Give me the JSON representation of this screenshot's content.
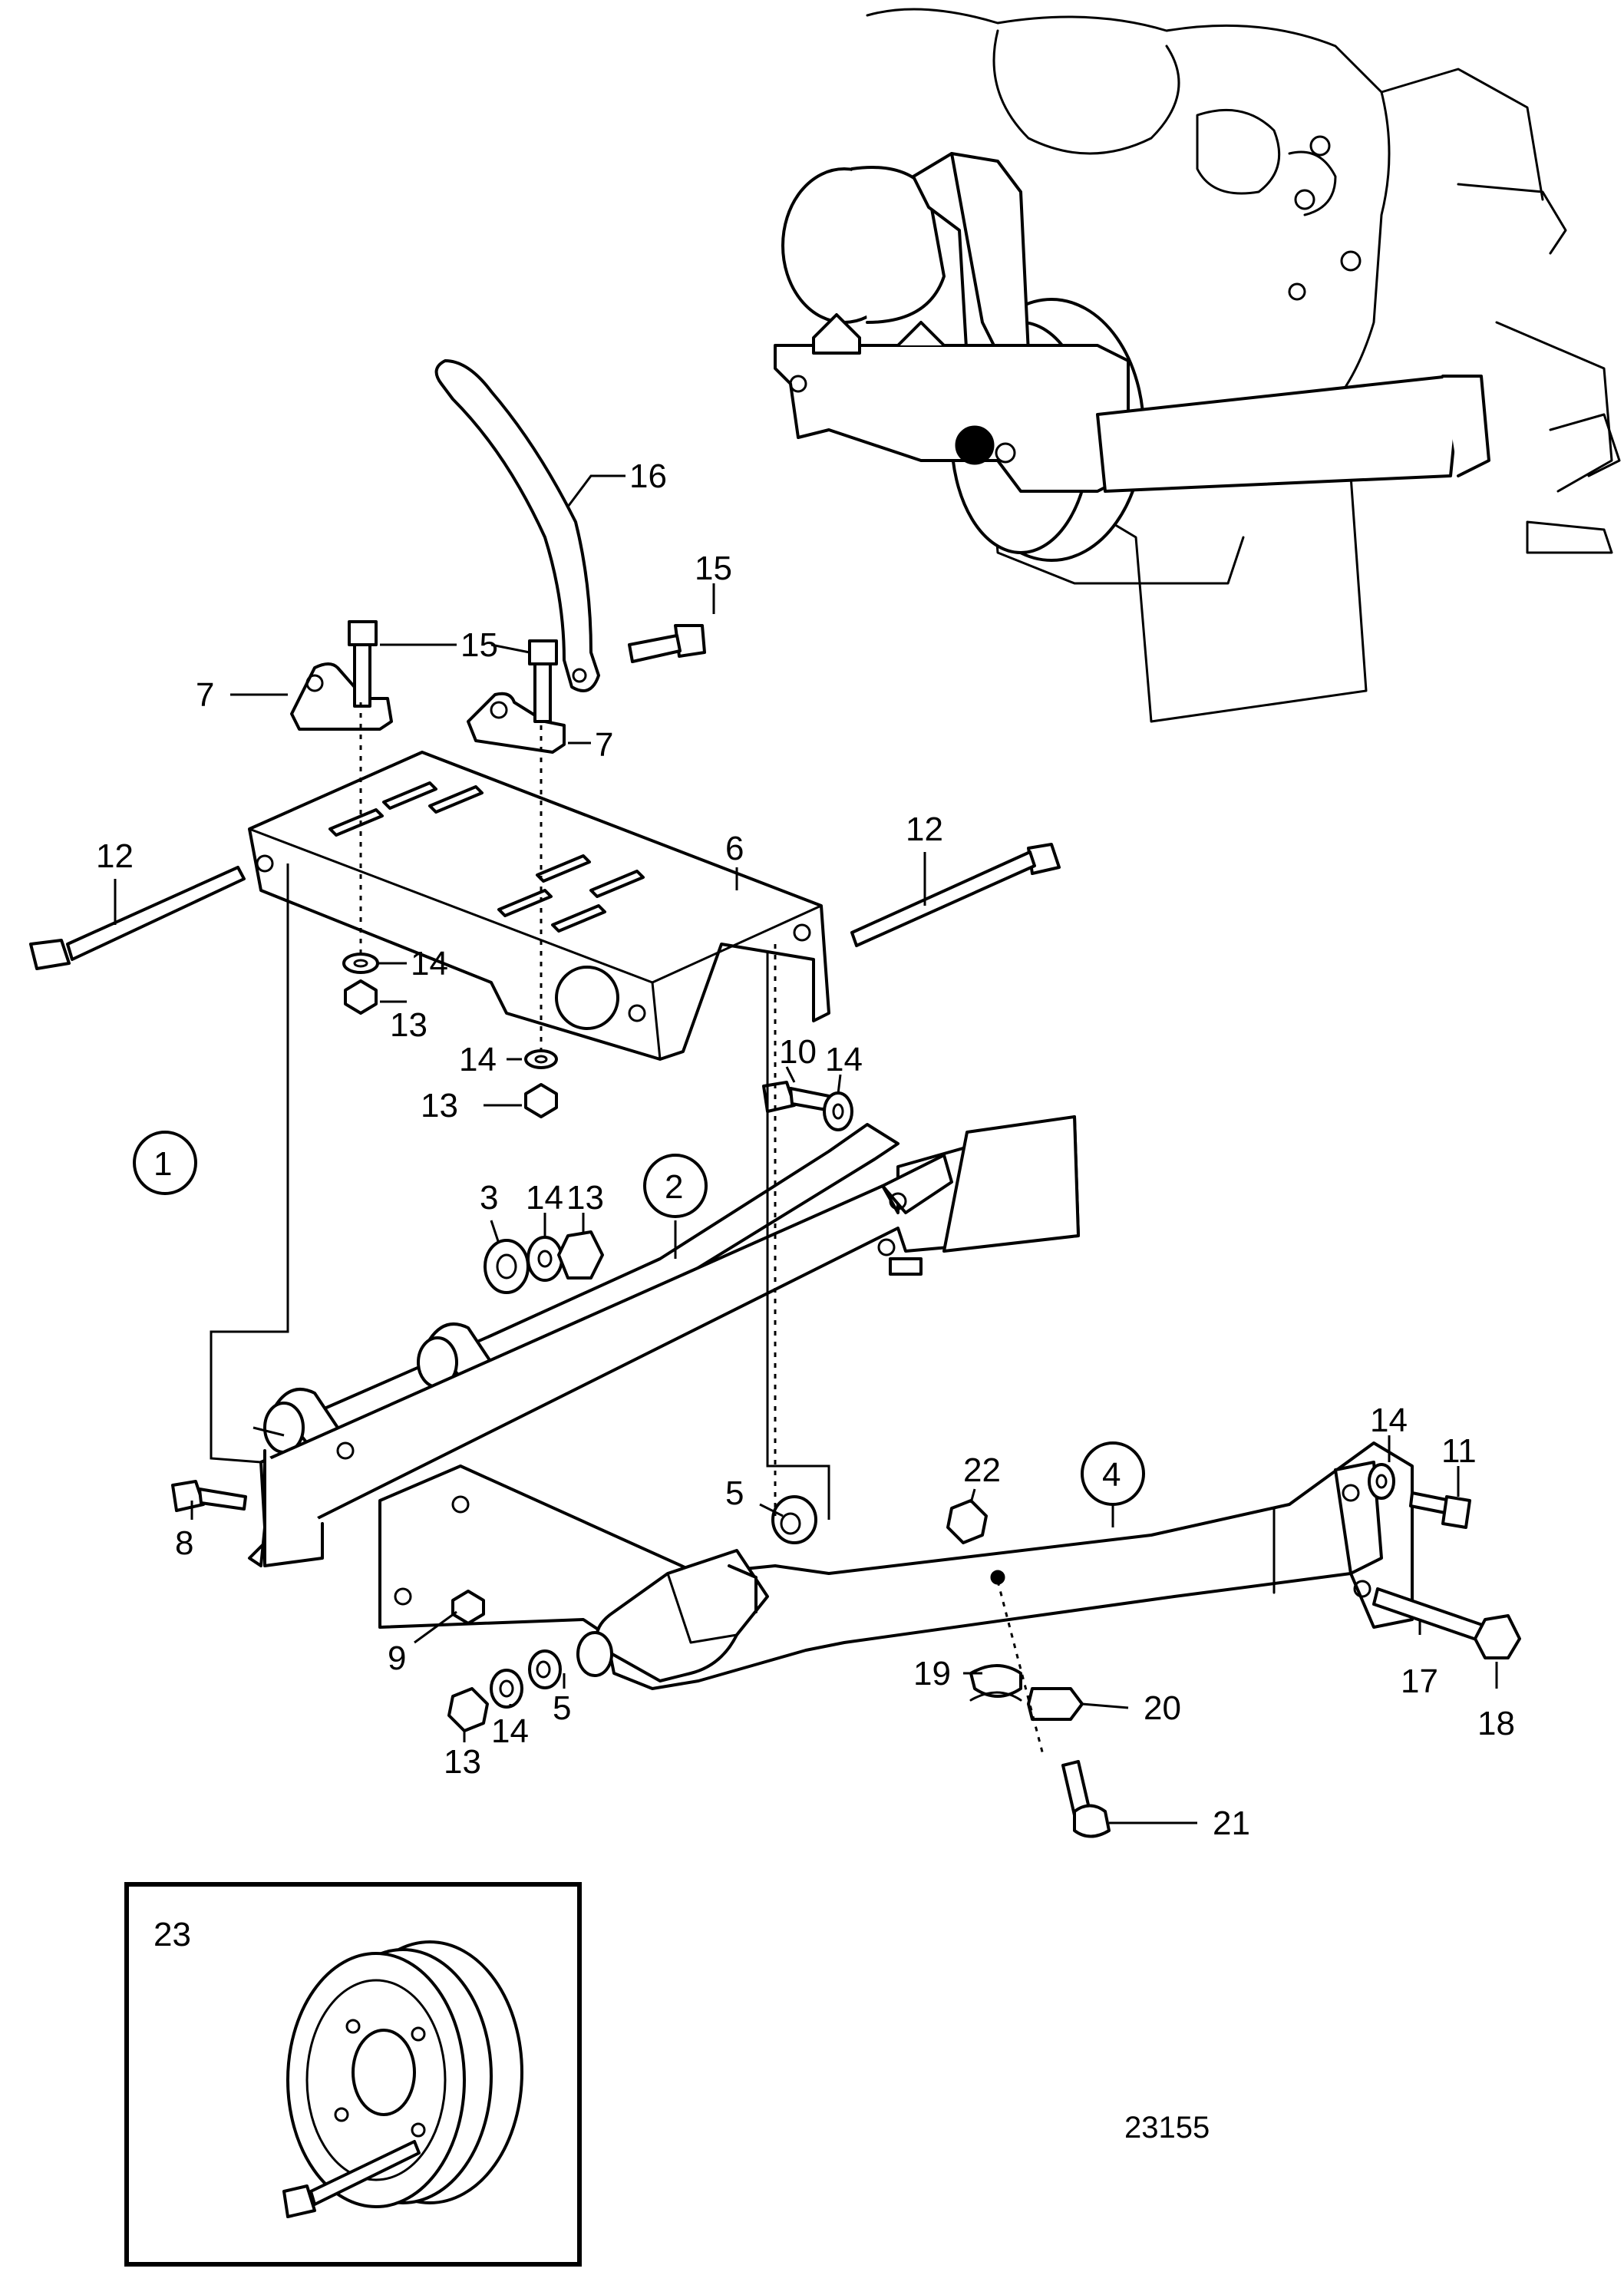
{
  "callouts": {
    "c1": "1",
    "c2": "2",
    "c3": "3",
    "c4": "4",
    "c5a": "5",
    "c5b": "5",
    "c6": "6",
    "c7a": "7",
    "c7b": "7",
    "c8": "8",
    "c9": "9",
    "c10": "10",
    "c11": "11",
    "c12a": "12",
    "c12b": "12",
    "c13a": "13",
    "c13b": "13",
    "c13c": "13",
    "c13d": "13",
    "c14a": "14",
    "c14b": "14",
    "c14c": "14",
    "c14d": "14",
    "c14e": "14",
    "c14f": "14",
    "c15a": "15",
    "c15b": "15",
    "c16": "16",
    "c17": "17",
    "c18": "18",
    "c19": "19",
    "c20": "20",
    "c21": "21",
    "c22": "22",
    "c23": "23"
  },
  "figure_number": "23155"
}
